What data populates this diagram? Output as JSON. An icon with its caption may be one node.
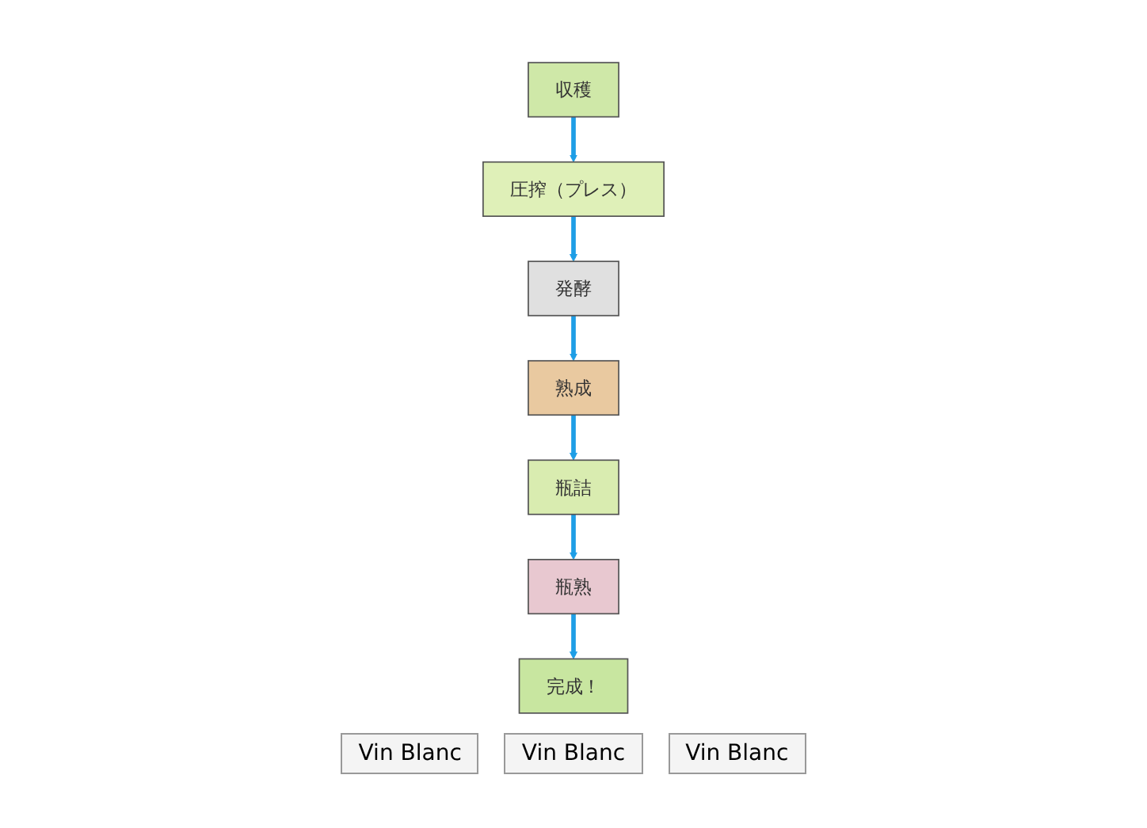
{
  "diagram": {
    "nodes": [
      {
        "text": [
          "収穫"
        ]
      },
      {
        "text": [
          "圧搾（プレス）"
        ]
      },
      {
        "text": [
          "発酵"
        ]
      },
      {
        "text": [
          "熟成"
        ]
      },
      {
        "text": [
          "瓶詰"
        ]
      },
      {
        "text": [
          "瓶熟"
        ]
      },
      {
        "text": [
          "完成！"
        ]
      }
    ],
    "edges": [
      {
        "from": 0,
        "to": 1,
        "arrow": "to"
      },
      {
        "from": 1,
        "to": 2,
        "arrow": "to"
      },
      {
        "from": 2,
        "to": 3,
        "arrow": "to"
      },
      {
        "from": 3,
        "to": 4,
        "arrow": "to"
      },
      {
        "from": 4,
        "to": 5,
        "arrow": "to"
      },
      {
        "from": 5,
        "to": 6,
        "arrow": "to"
      }
    ],
    "labels": [
      "Vin Blanc",
      "Vin Blanc",
      "Vin Blanc"
    ]
  }
}
